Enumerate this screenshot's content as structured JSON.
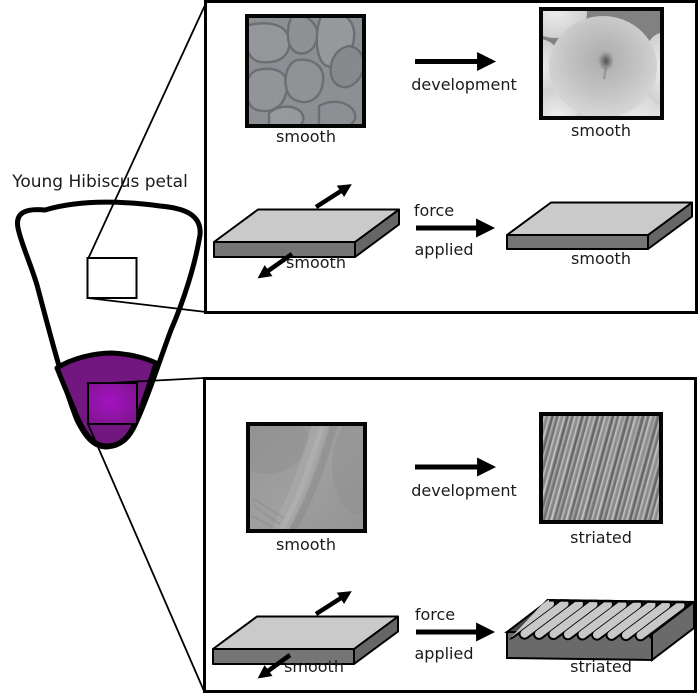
{
  "petal": {
    "label": "Young Hibiscus petal"
  },
  "colors": {
    "petal_purple": "#71177f",
    "petal_purple_bright": "#a312c2",
    "panel_border": "#000000",
    "slab_top_gray": "#cacaca",
    "slab_front_gray": "#757575",
    "ridge_gray": "#c8c8c8"
  },
  "panels": {
    "top": {
      "dev": {
        "before": "smooth",
        "arrow": "development",
        "after": "smooth"
      },
      "force": {
        "before": "smooth",
        "line1": "force",
        "line2": "applied",
        "after": "smooth"
      }
    },
    "bottom": {
      "dev": {
        "before": "smooth",
        "arrow": "development",
        "after": "striated"
      },
      "force": {
        "before": "smooth",
        "line1": "force",
        "line2": "applied",
        "after": "striated"
      }
    }
  }
}
